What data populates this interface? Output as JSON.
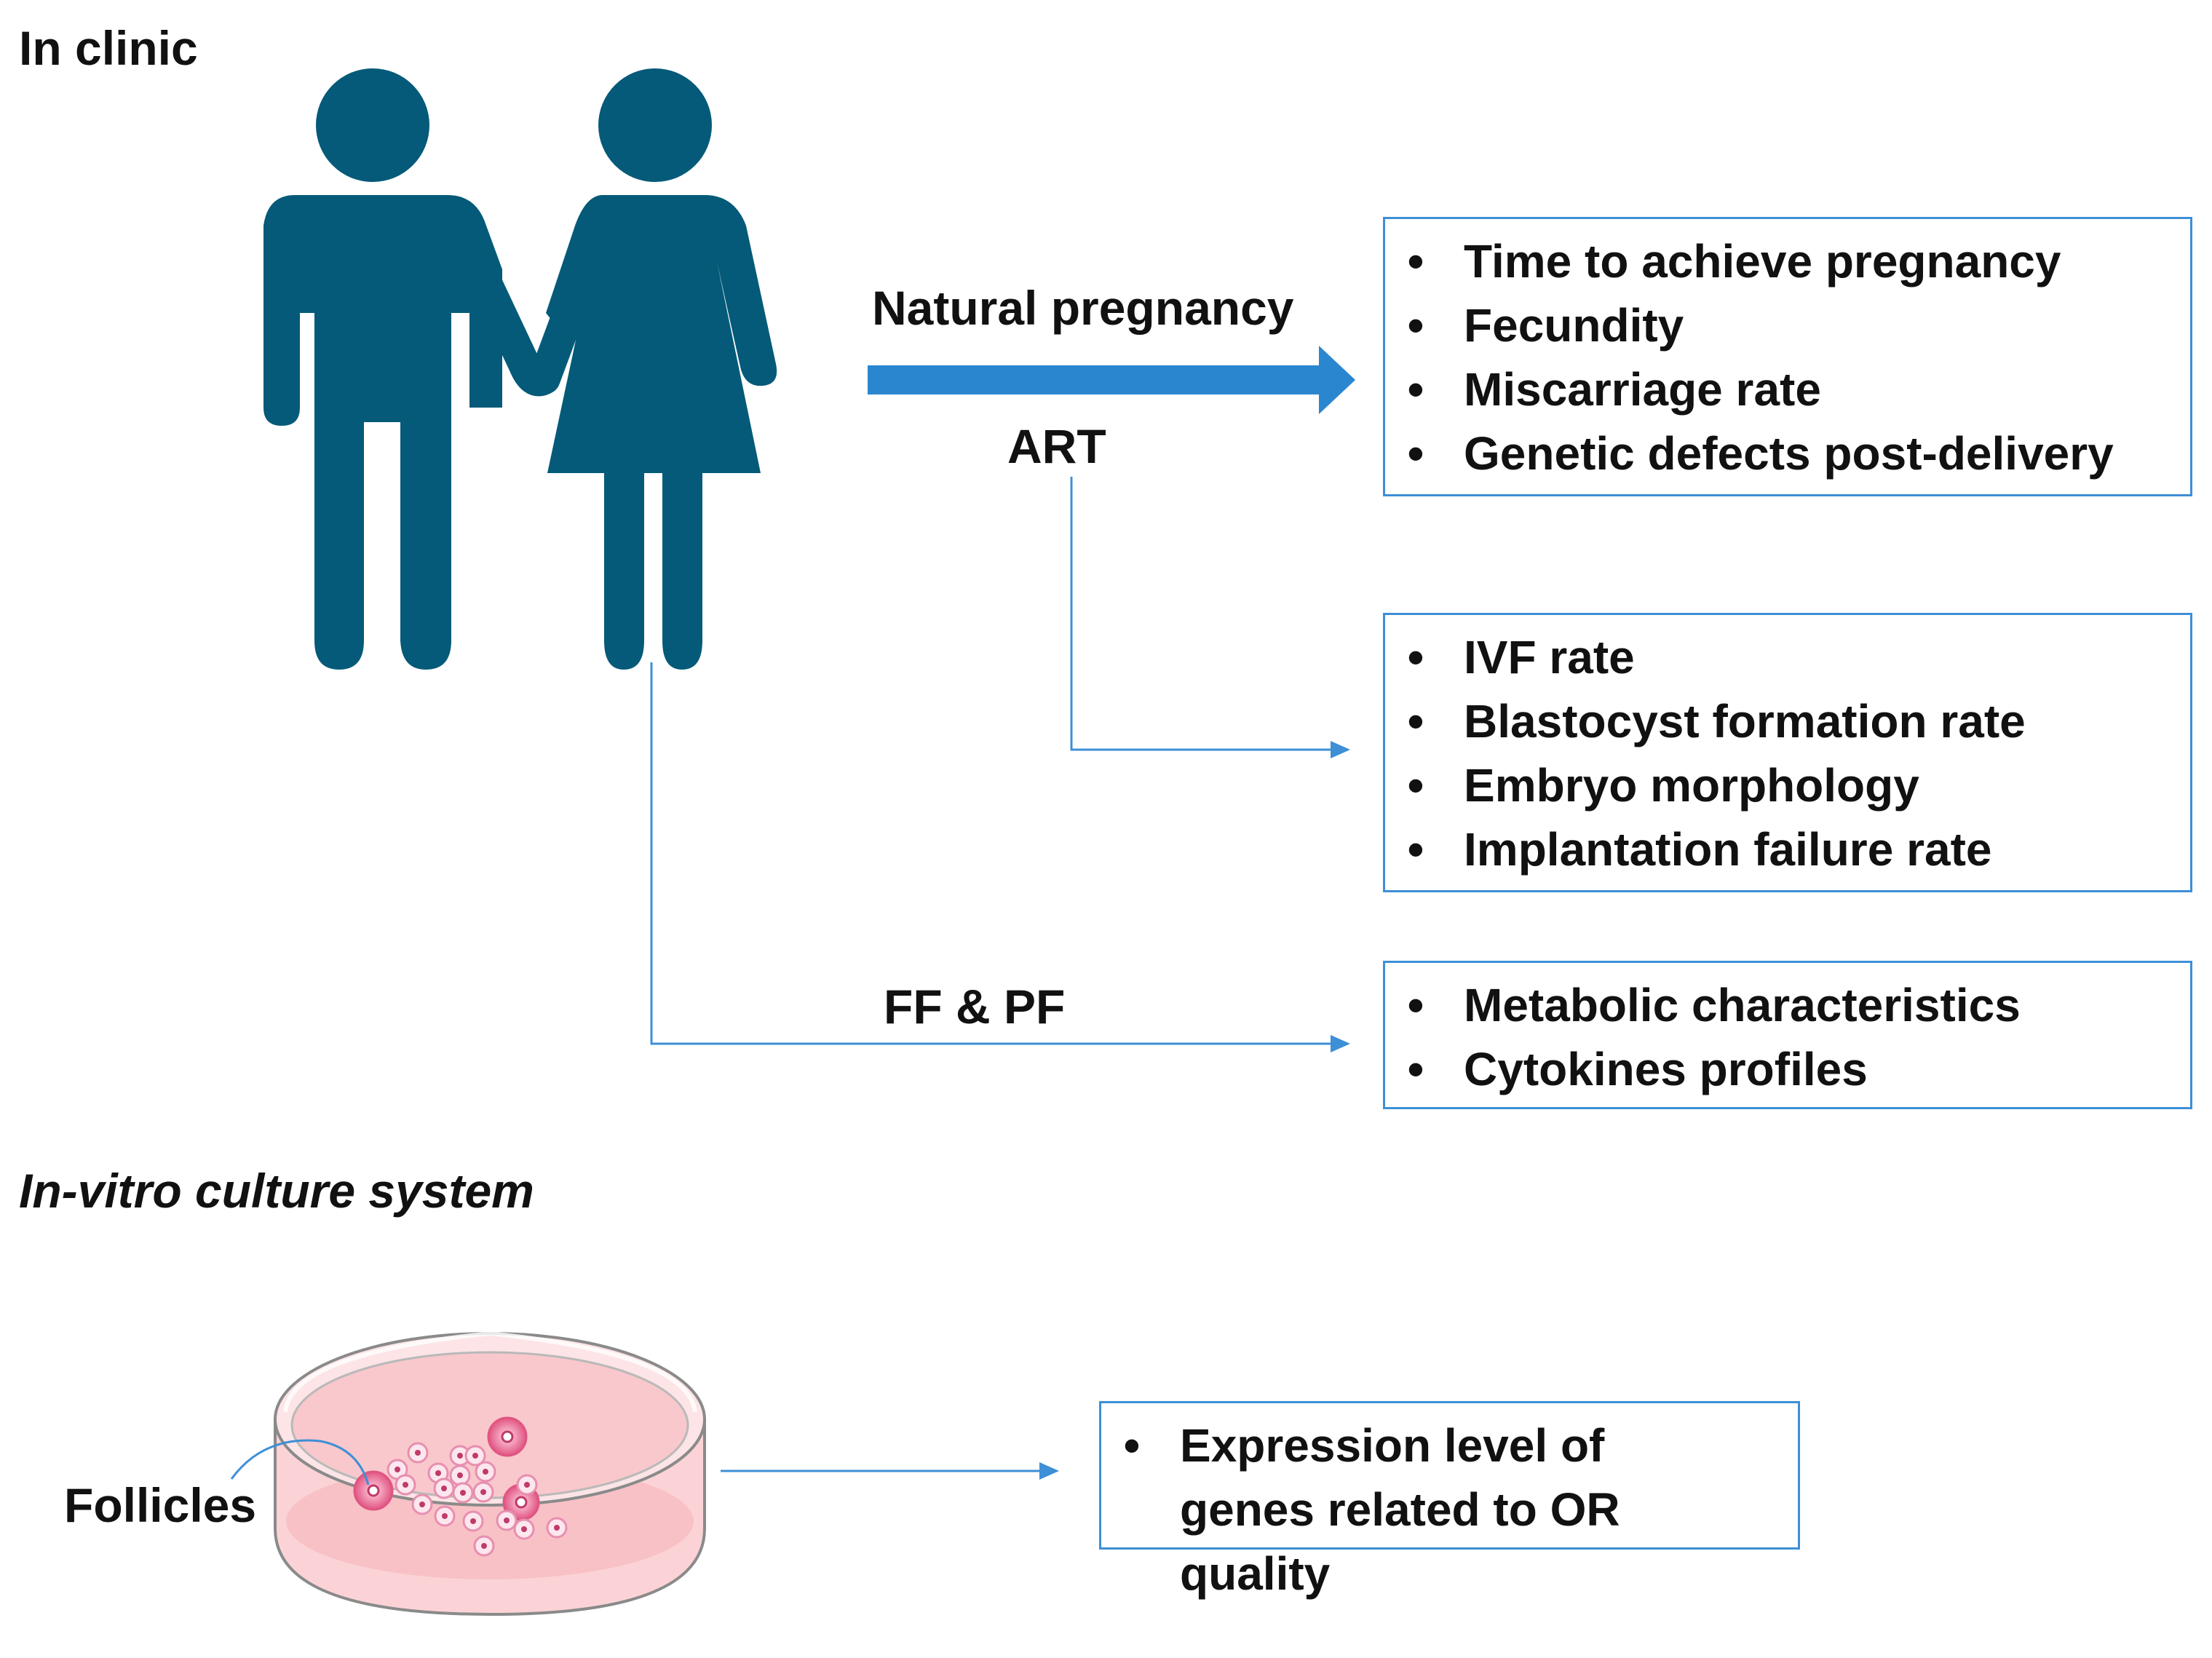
{
  "colors": {
    "figure": "#045a78",
    "box_border": "#3d8fd6",
    "arrow_main": "#2b86d0",
    "connector": "#3d8fd6",
    "dish_fill": "#f9c8cc",
    "follicle": "#e05582"
  },
  "icons": {
    "couple": "man-and-woman-holding-hands-icon",
    "petri_dish": "petri-dish-with-follicles-icon"
  },
  "headings": {
    "clinic": "In clinic",
    "invitro": "In-vitro culture system"
  },
  "labels": {
    "natural": "Natural pregnancy",
    "art": "ART",
    "ffpf": "FF & PF",
    "follicles": "Follicles"
  },
  "boxes": {
    "natural_outcomes": [
      "Time to achieve pregnancy",
      "Fecundity",
      "Miscarriage rate",
      "Genetic defects post-delivery"
    ],
    "art_outcomes": [
      "IVF rate",
      "Blastocyst formation rate",
      "Embryo morphology",
      "Implantation failure rate"
    ],
    "fluid_outcomes": [
      "Metabolic characteristics",
      "Cytokines profiles"
    ],
    "culture_outcomes": [
      "Expression level of genes related to OR quality"
    ]
  },
  "bullet_char": "•"
}
